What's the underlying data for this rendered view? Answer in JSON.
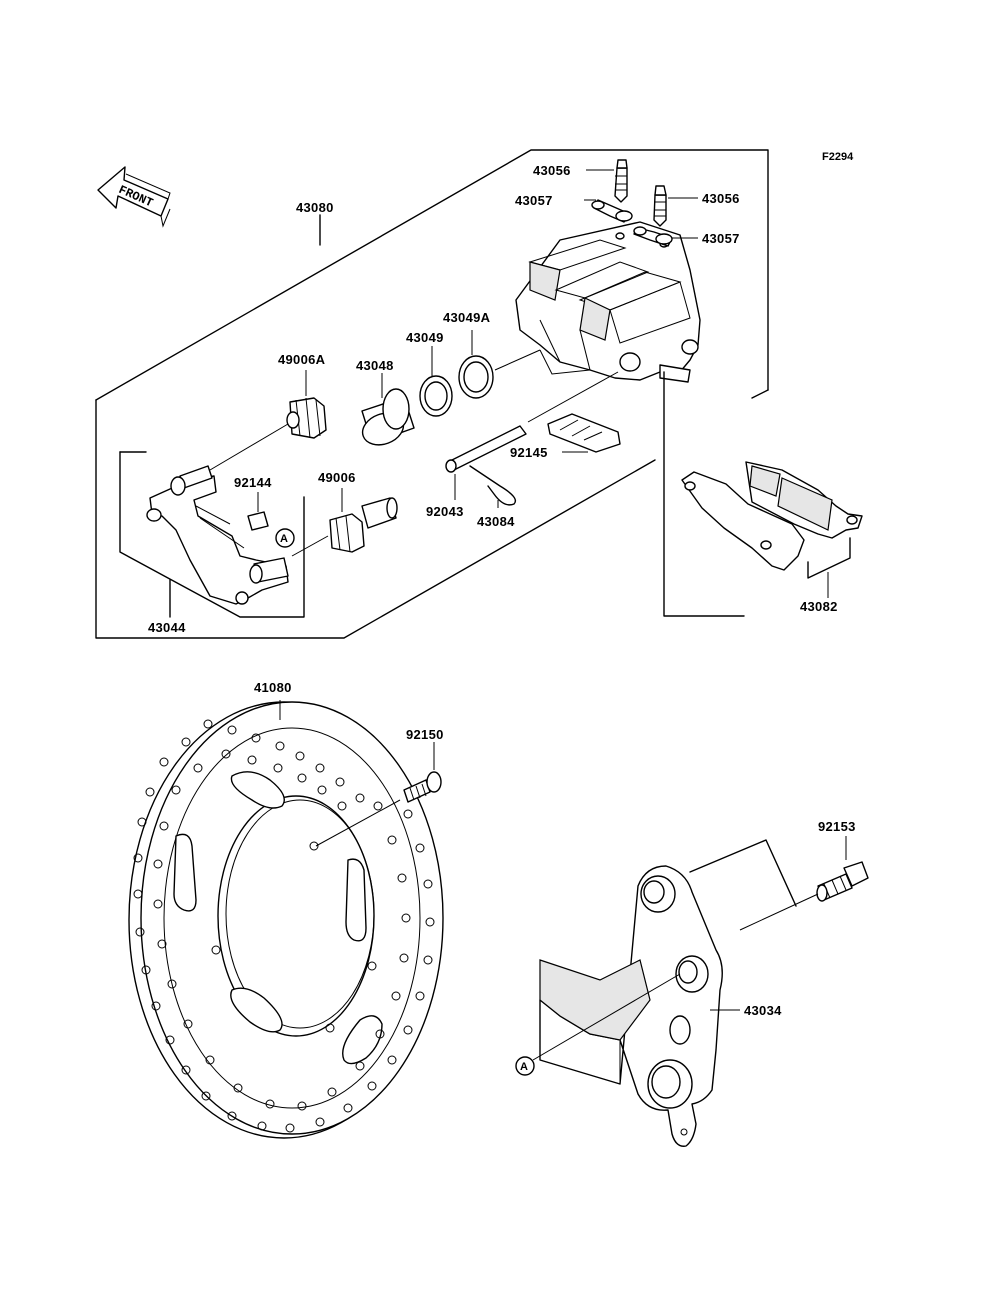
{
  "diagram": {
    "code": "F2294",
    "front_label": "FRONT",
    "ref_marker": "A",
    "parts": {
      "p43080": "43080",
      "p43056a": "43056",
      "p43056b": "43056",
      "p43057a": "43057",
      "p43057b": "43057",
      "p43049A": "43049A",
      "p43049": "43049",
      "p43048": "43048",
      "p49006A": "49006A",
      "p92144": "92144",
      "p49006": "49006",
      "p92145": "92145",
      "p92043": "92043",
      "p43084": "43084",
      "p43044": "43044",
      "p43082": "43082",
      "p41080": "41080",
      "p92150": "92150",
      "p92153": "92153",
      "p43034": "43034"
    }
  }
}
